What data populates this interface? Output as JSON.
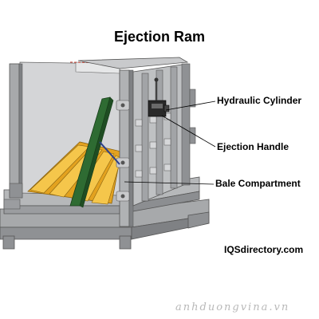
{
  "title": "Ejection Ram",
  "labels": {
    "hydraulic_cylinder": "Hydraulic Cylinder",
    "ejection_handle": "Ejection Handle",
    "bale_compartment": "Bale Compartment"
  },
  "source": "IQSdirectory.com",
  "watermark": "anhduongvina.vn",
  "colors": {
    "frame": "#a7a9ab",
    "frame_dark": "#6f7174",
    "platen": "#f0b42a",
    "ejection_ram": "#2e6b32",
    "leader_line": "#000000",
    "watermark": "#b9b9b9"
  }
}
